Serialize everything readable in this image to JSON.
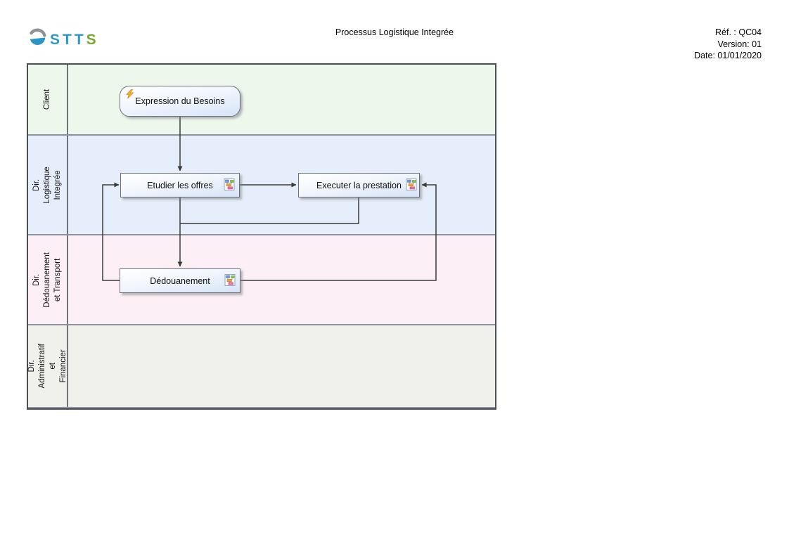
{
  "header": {
    "logo": {
      "text_primary": "STT",
      "text_accent": "S"
    },
    "title": "Processus Logistique Integrée",
    "ref": "Réf. : QC04",
    "version": "Version: 01",
    "date": "Date: 01/01/2020"
  },
  "lanes": [
    {
      "label": "Client",
      "bg": "#edf7ec"
    },
    {
      "label": "Dir. Logistique Integrée",
      "bg": "#e7eefb"
    },
    {
      "label": "Dir. Dédouanement\net Transport",
      "bg": "#fcf0f6"
    },
    {
      "label": "Dir. Administratif et\nFinancier",
      "bg": "#f0f0ed"
    }
  ],
  "nodes": [
    {
      "label": "Expression du Besoins",
      "icon": "lightning-icon",
      "lane": "Client",
      "shape": "rounded"
    },
    {
      "label": "Etudier les offres",
      "icon": "subprocess-icon",
      "lane": "Dir. Logistique Integrée",
      "shape": "rect"
    },
    {
      "label": "Executer la prestation",
      "icon": "subprocess-icon",
      "lane": "Dir. Logistique Integrée",
      "shape": "rect"
    },
    {
      "label": "Dédouanement",
      "icon": "subprocess-icon",
      "lane": "Dir. Dédouanement et Transport",
      "shape": "rect"
    }
  ],
  "connections": [
    {
      "from": "Expression du Besoins",
      "to": "Etudier les offres"
    },
    {
      "from": "Etudier les offres",
      "to": "Executer la prestation"
    },
    {
      "from": "Etudier les offres",
      "to": "Dédouanement"
    },
    {
      "from": "Executer la prestation",
      "to": "Dédouanement"
    },
    {
      "from": "Dédouanement",
      "to": "Etudier les offres"
    },
    {
      "from": "Dédouanement",
      "to": "Executer la prestation"
    }
  ],
  "colors": {
    "lane_client_bg": "#edf7ec",
    "lane_logistique_bg": "#e7eefb",
    "lane_dedouanement_bg": "#fcf0f6",
    "lane_administratif_bg": "#f0f0ed",
    "node_fill_top": "#ffffff",
    "node_fill_bottom": "#d5e3f7",
    "connector_line": "#3a3a3a",
    "logo_blue": "#2a9ac9",
    "logo_green": "#76a72f",
    "bolt_orange": "#f7b32b"
  }
}
